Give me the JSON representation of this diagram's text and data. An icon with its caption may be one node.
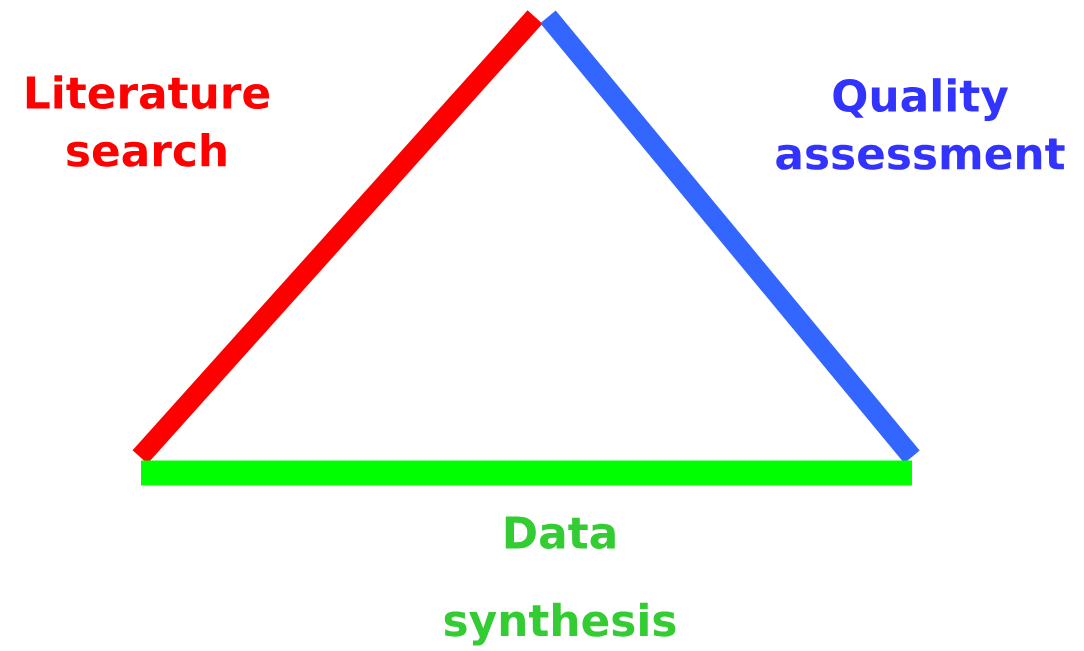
{
  "diagram": {
    "labels": [
      "Literature search",
      "Quality assessment",
      "Data synthesis"
    ]
  }
}
